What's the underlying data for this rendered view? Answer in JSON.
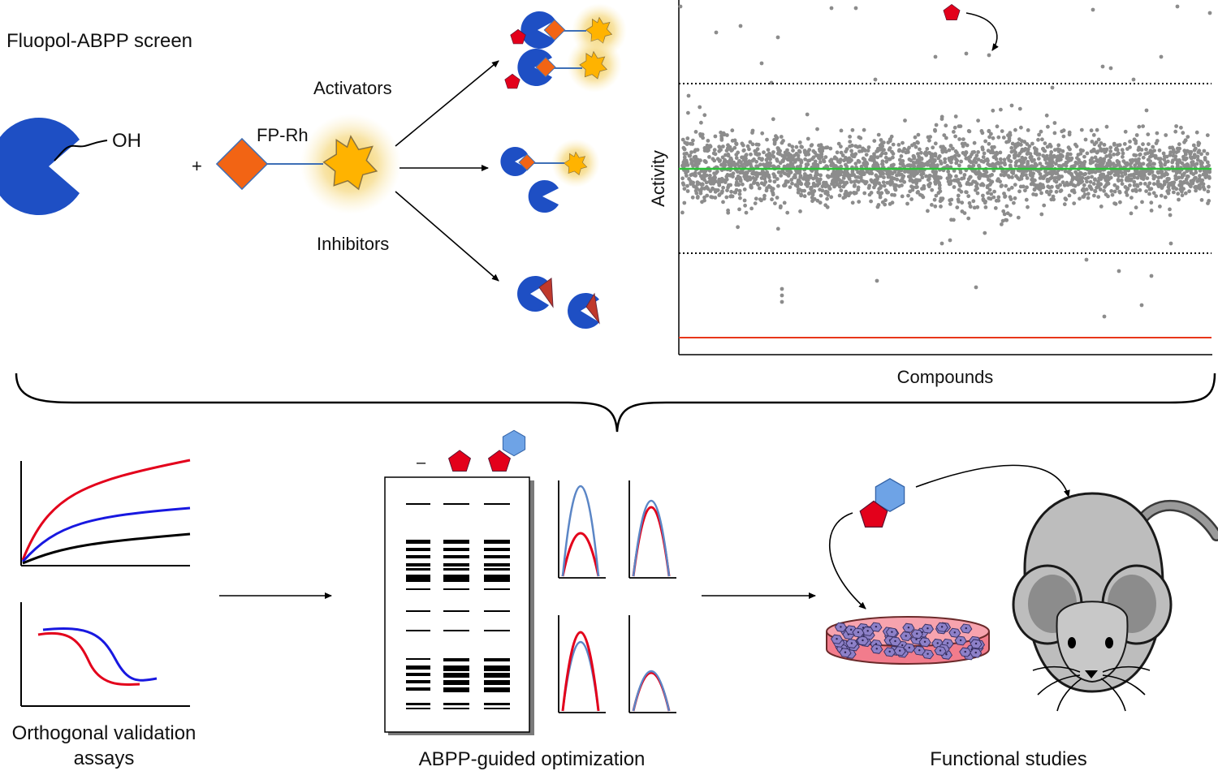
{
  "screen": {
    "title": "Fluopol-ABPP screen",
    "oh_label": "OH",
    "plus": "+",
    "probe_label": "FP-Rh",
    "activators_label": "Activators",
    "inhibitors_label": "Inhibitors"
  },
  "scatter": {
    "ylabel": "Activity",
    "xlabel": "Compounds"
  },
  "bottom": {
    "validation_label_line1": "Orthogonal validation",
    "validation_label_line2": "assays",
    "gel_minus": "–",
    "optimization_label": "ABPP-guided optimization",
    "functional_label": "Functional studies"
  },
  "colors": {
    "enzyme_blue": "#1e4fc4",
    "probe_orange": "#f26414",
    "fluor_yellow": "#ffb300",
    "hit_red": "#e3001b",
    "analog_blue": "#6ea3e6",
    "scatter_gray": "#8c8c8c",
    "mean_green": "#2ec23a",
    "baseline_red": "#e8361a"
  }
}
